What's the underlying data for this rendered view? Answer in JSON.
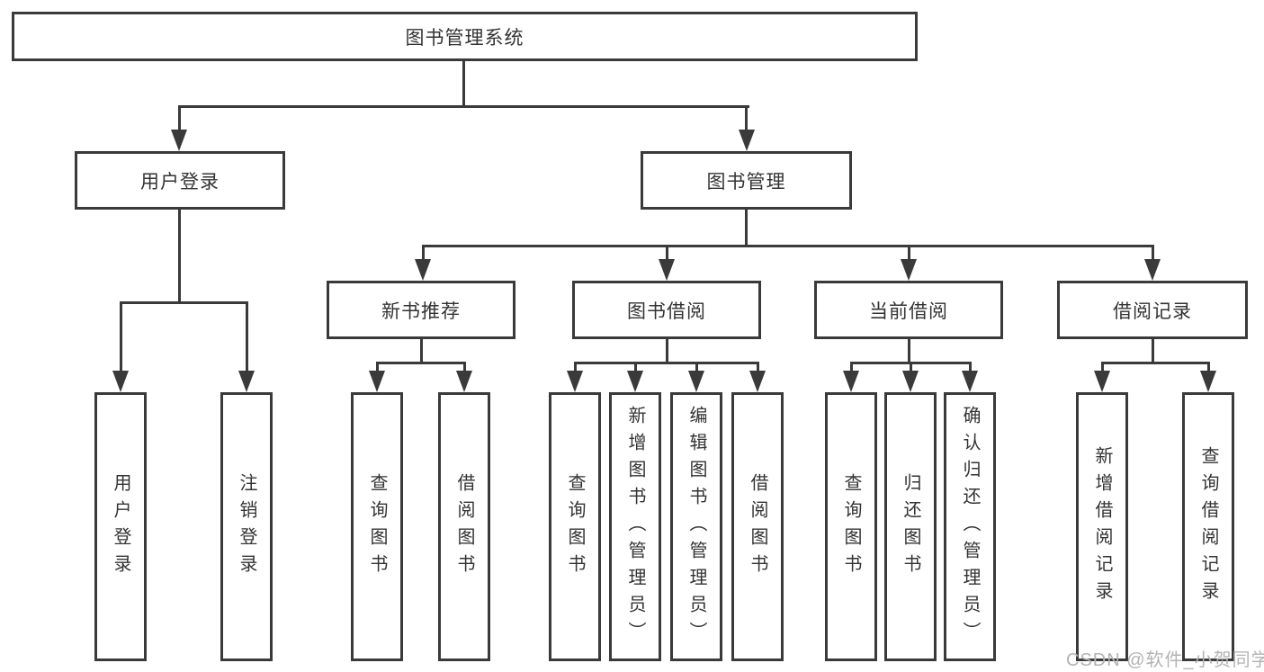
{
  "diagram": {
    "tree": {
      "root": "图书管理系统",
      "children": [
        {
          "label": "用户登录",
          "children": [
            "用户登录",
            "注销登录"
          ]
        },
        {
          "label": "图书管理",
          "children": [
            {
              "label": "新书推荐",
              "children": [
                "查询图书",
                "借阅图书"
              ]
            },
            {
              "label": "图书借阅",
              "children": [
                "查询图书",
                "新增图书（管理员）",
                "编辑图书（管理员）",
                "借阅图书"
              ]
            },
            {
              "label": "当前借阅",
              "children": [
                "查询图书",
                "归还图书",
                "确认归还（管理员）"
              ]
            },
            {
              "label": "借阅记录",
              "children": [
                "新增借阅记录",
                "查询借阅记录"
              ]
            }
          ]
        }
      ]
    },
    "colors": {
      "line": "#3a3a3a",
      "text": "#333333",
      "background": "#ffffff",
      "watermark": "#b3b3b3"
    }
  },
  "watermark": "CSDN @软件_小贺同学"
}
